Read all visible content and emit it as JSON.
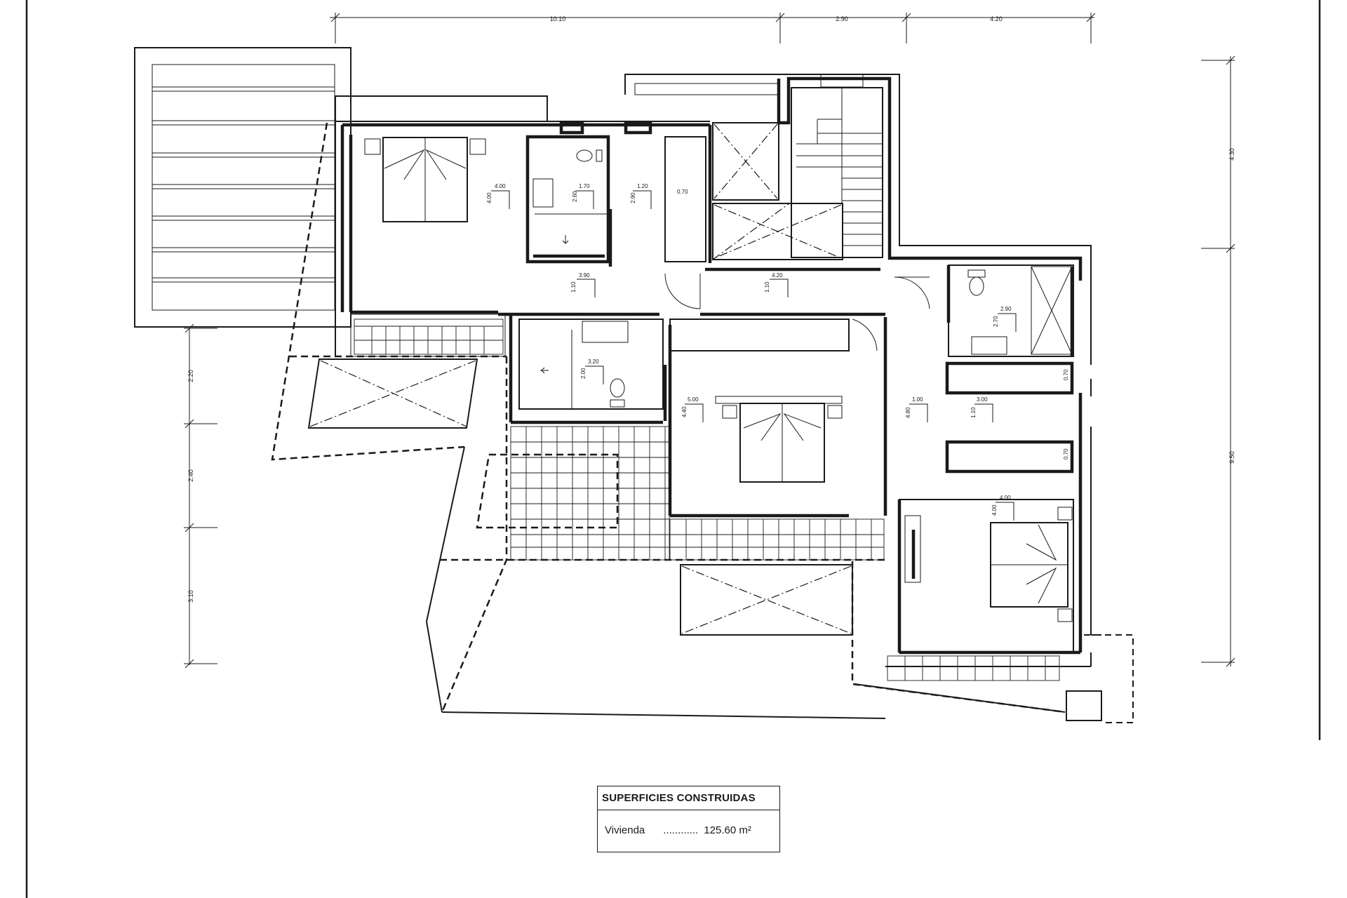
{
  "legend": {
    "title": "SUPERFICIES CONSTRUIDAS",
    "item_label": "Vivienda",
    "leader": "............",
    "item_value": "125.60 m²"
  },
  "dimensions": {
    "top": [
      "10.10",
      "2.90",
      "4.20"
    ],
    "left": [
      "2.20",
      "2.40",
      "3.10"
    ],
    "right": [
      "4.30",
      "9.50"
    ]
  },
  "room_labels": {
    "bed1_w": "4.00",
    "bed1_d": "4.00",
    "bath1_w": "1.70",
    "bath1_d": "2.60",
    "closet1_w": "1.20",
    "closet1_d": "2.90",
    "closet1_depth": "0.70",
    "hall1_w": "3.90",
    "hall1_d": "1.10",
    "hall2_w": "4.20",
    "hall2_d": "1.10",
    "bath2_w": "3.20",
    "bath2_d": "2.00",
    "bed2_w": "5.00",
    "bed2_d": "4.40",
    "bath3_w": "2.90",
    "bath3_d": "2.70",
    "closet2_depth": "0.70",
    "hall3_w": "1.00",
    "hall3_d": "4.80",
    "dress_w": "3.00",
    "dress_d": "1.10",
    "closet3_depth": "0.70",
    "bed3_w": "4.00",
    "bed3_d": "4.00"
  }
}
